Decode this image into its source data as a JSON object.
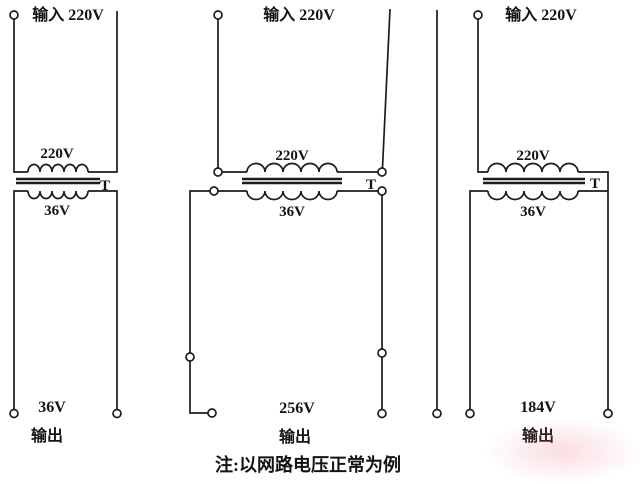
{
  "colors": {
    "line": "#1c1c1c",
    "background": "#ffffff",
    "watermark_pink": "#eb788c"
  },
  "note": "注:以网路电压正常为例",
  "diagrams": [
    {
      "name": "normal-36v-connection",
      "input_label": "输入 220V",
      "primary_voltage": "220V",
      "transformer_label": "T",
      "secondary_voltage": "36V",
      "output_voltage": "36V",
      "output_label": "输出"
    },
    {
      "name": "boost-256v-connection",
      "input_label": "输入 220V",
      "primary_voltage": "220V",
      "transformer_label": "T",
      "secondary_voltage": "36V",
      "output_voltage": "256V",
      "output_label": "输出"
    },
    {
      "name": "buck-184v-connection",
      "input_label": "输入 220V",
      "primary_voltage": "220V",
      "transformer_label": "T",
      "secondary_voltage": "36V",
      "output_voltage": "184V",
      "output_label": "输出"
    }
  ]
}
